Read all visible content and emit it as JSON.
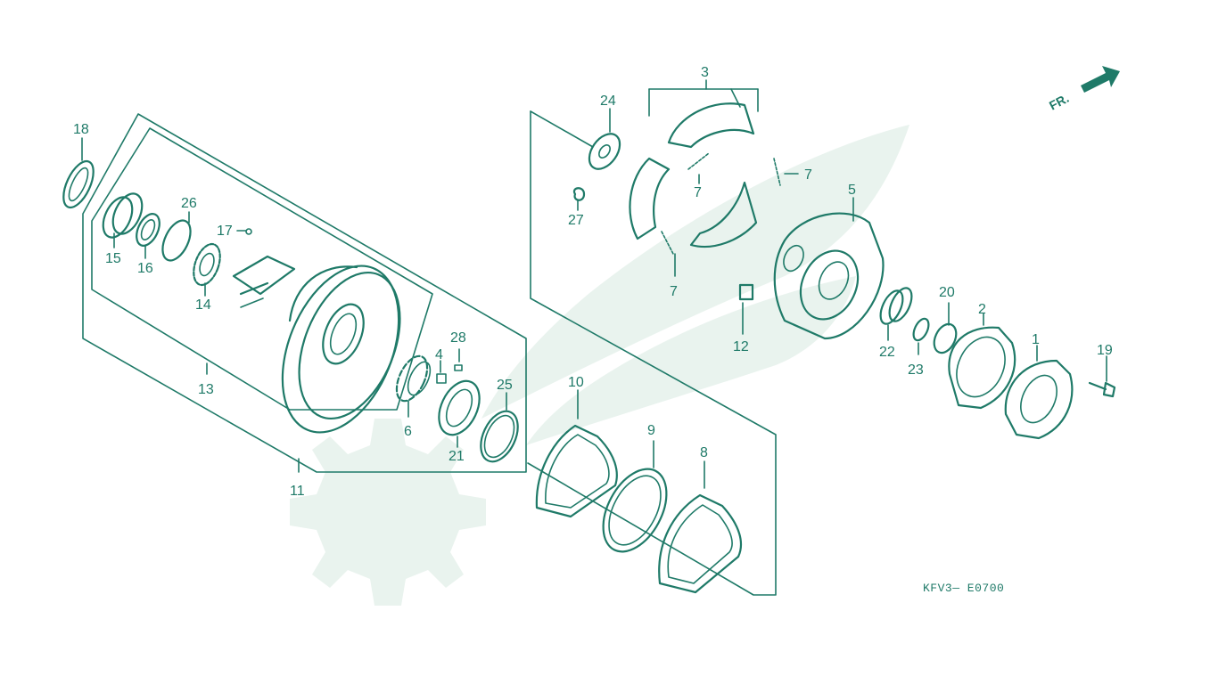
{
  "diagram": {
    "code": "KFV3— E0700",
    "direction_label": "FR.",
    "callouts": {
      "c1": "1",
      "c2": "2",
      "c3": "3",
      "c4": "4",
      "c5": "5",
      "c6": "6",
      "c7a": "7",
      "c7b": "7",
      "c7c": "7",
      "c8": "8",
      "c9": "9",
      "c10": "10",
      "c11": "11",
      "c12": "12",
      "c13": "13",
      "c14": "14",
      "c15": "15",
      "c16": "16",
      "c17": "17",
      "c18": "18",
      "c19": "19",
      "c20": "20",
      "c21": "21",
      "c22": "22",
      "c23": "23",
      "c24": "24",
      "c25": "25",
      "c26": "26",
      "c27": "27",
      "c28": "28"
    }
  }
}
